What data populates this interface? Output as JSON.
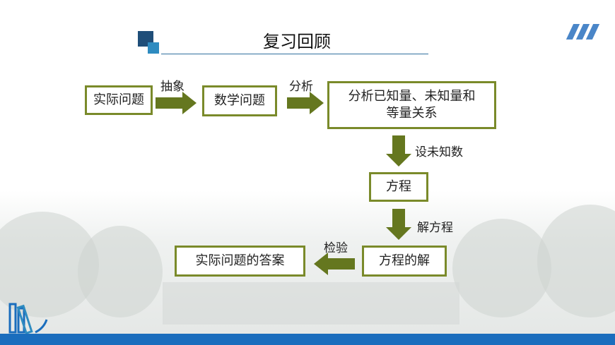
{
  "header": {
    "title": "复习回顾"
  },
  "flow": {
    "nodes": {
      "real_problem": "实际问题",
      "math_problem": "数学问题",
      "analyze_line1": "分析已知量、未知量和",
      "analyze_line2": "等量关系",
      "equation": "方程",
      "equation_solution": "方程的解",
      "real_answer": "实际问题的答案"
    },
    "edges": {
      "abstract": "抽象",
      "analyze": "分析",
      "set_unknown": "设未知数",
      "solve_equation": "解方程",
      "check": "检验"
    }
  },
  "colors": {
    "node_border": "#7a8a2a",
    "arrow_fill": "#65771f",
    "accent_blue": "#1a6dbd",
    "header_dark": "#1f4e79"
  },
  "icons": {
    "header_logo": "stacked-squares-icon",
    "corner": "books-icon",
    "top_right": "slash-stripes-icon"
  }
}
